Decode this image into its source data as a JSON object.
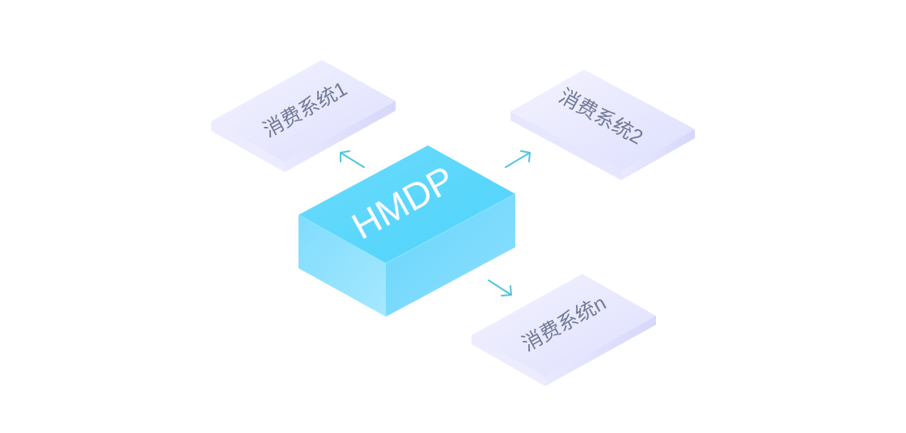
{
  "center": {
    "label": "HMDP"
  },
  "consumers": [
    {
      "label": "消费系统1"
    },
    {
      "label": "消费系统2"
    },
    {
      "label": "消费系统n"
    }
  ],
  "colors": {
    "center_top": "#55d6fb",
    "center_left": "#8fe3ff",
    "center_right": "#7fd9fd",
    "card_top": "#e8e9fe",
    "card_side": "#dcdcfc",
    "card_text": "#737a96",
    "arrow": "#4ec5de",
    "center_text": "#ffffff"
  }
}
